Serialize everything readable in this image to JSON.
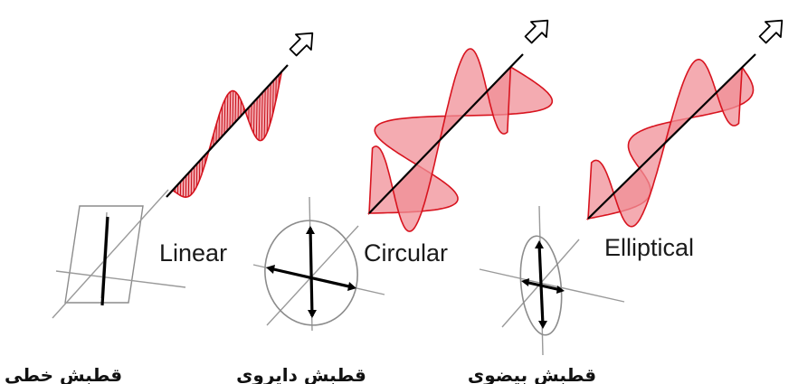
{
  "panels": [
    {
      "id": "linear",
      "english_label": "Linear",
      "persian_label": "قطبش خطی"
    },
    {
      "id": "circular",
      "english_label": "Circular",
      "persian_label": "قطبش دایروی"
    },
    {
      "id": "elliptical",
      "english_label": "Elliptical",
      "persian_label": "قطبش بیضوی"
    }
  ],
  "colors": {
    "wave_stroke": "#d8141f",
    "wave_fill": "#f08f97",
    "frame": "#8c8c8c",
    "axis": "#000000"
  }
}
